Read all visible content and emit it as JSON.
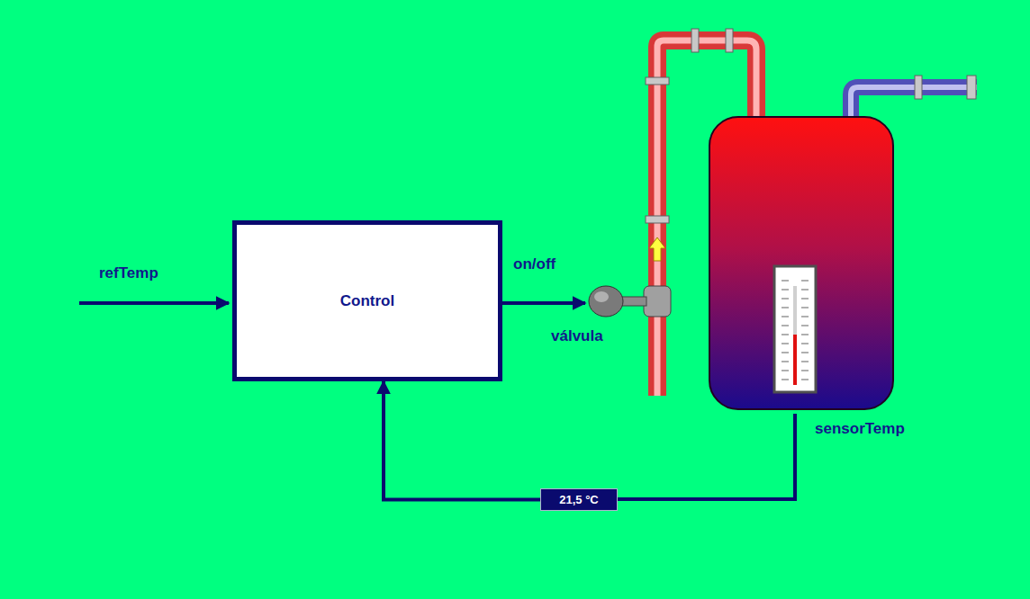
{
  "diagram": {
    "nodes": [
      {
        "text": [
          "Control"
        ]
      },
      {
        "text": [
          "21,5 °C"
        ]
      }
    ],
    "edges": [
      {
        "from": 1,
        "to": 0,
        "arrow": "to"
      }
    ],
    "labels": [
      "refTemp",
      "on/off",
      "válvula",
      "sensorTemp"
    ]
  }
}
